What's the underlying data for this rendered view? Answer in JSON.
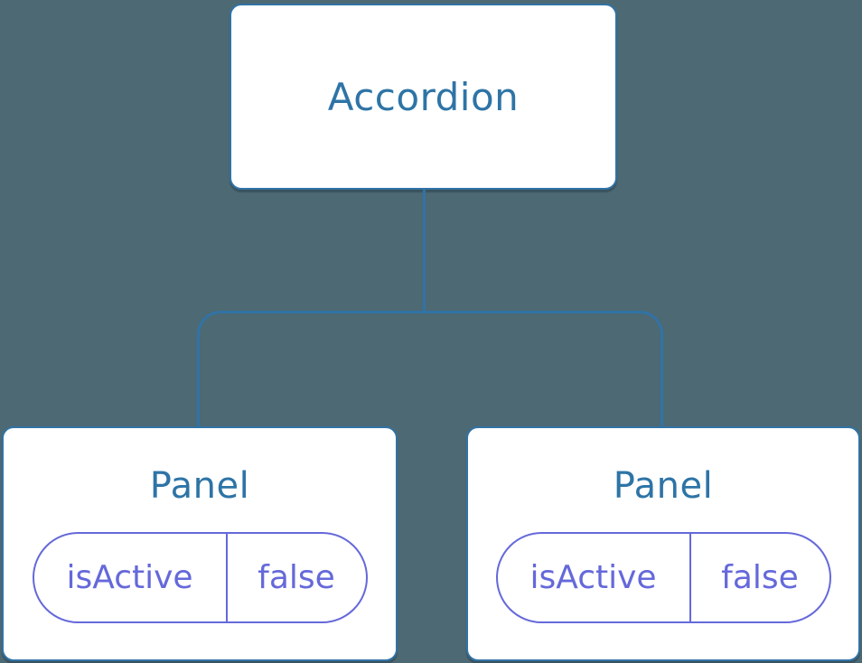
{
  "colors": {
    "background": "#4D6973",
    "node_border": "#3173A6",
    "node_label": "#2E74A6",
    "node_fill": "#FFFFFF",
    "state_accent": "#6569DA"
  },
  "tree": {
    "root": {
      "label": "Accordion"
    },
    "children": [
      {
        "label": "Panel",
        "state": {
          "key": "isActive",
          "value": "false"
        }
      },
      {
        "label": "Panel",
        "state": {
          "key": "isActive",
          "value": "false"
        }
      }
    ]
  }
}
